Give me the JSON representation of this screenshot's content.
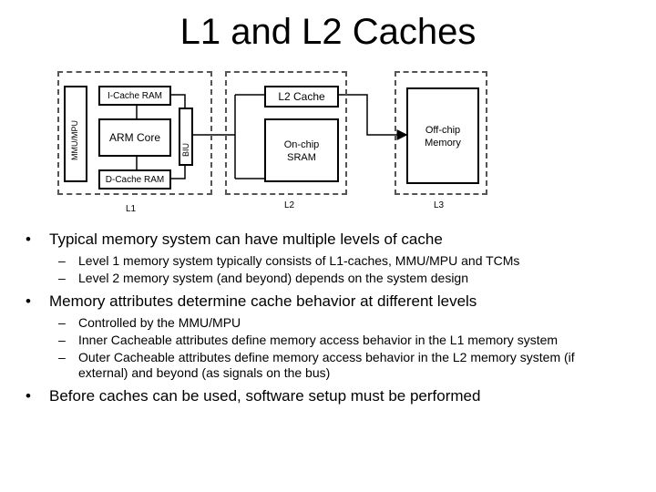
{
  "title": "L1 and L2 Caches",
  "diagram": {
    "icache": "I-Cache RAM",
    "mmu": "MMU/MPU",
    "arm_core": "ARM Core",
    "biu": "BIU",
    "dcache": "D-Cache RAM",
    "l1_label": "L1",
    "l2_cache": "L2 Cache",
    "sram_line1": "On-chip",
    "sram_line2": "SRAM",
    "l2_label": "L2",
    "offchip_line1": "Off-chip",
    "offchip_line2": "Memory",
    "l3_label": "L3"
  },
  "bullets": [
    {
      "text": "Typical memory system can have multiple levels of cache",
      "subs": [
        "Level 1 memory system typically consists of L1-caches, MMU/MPU and TCMs",
        "Level 2 memory system (and beyond) depends on the system design"
      ]
    },
    {
      "text": "Memory attributes determine cache behavior at different levels",
      "subs": [
        "Controlled by the MMU/MPU",
        "Inner Cacheable attributes define memory access behavior in the L1 memory system",
        "Outer Cacheable attributes define memory access behavior in the L2 memory system (if external) and beyond (as signals on the bus)"
      ]
    },
    {
      "text": "Before caches can be used, software setup must be performed",
      "subs": []
    }
  ]
}
